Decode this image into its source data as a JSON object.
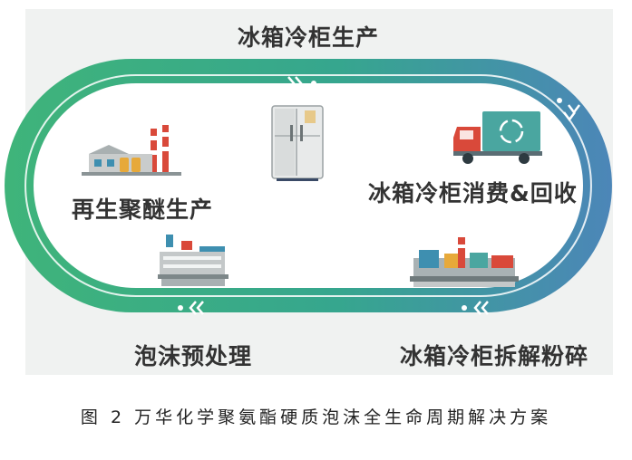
{
  "stages": {
    "top": "冰箱冷柜生产",
    "right": "冰箱冷柜消费&回收",
    "bottom_right": "冰箱冷柜拆解粉碎",
    "bottom_left": "泡沫预处理",
    "left": "再生聚醚生产"
  },
  "caption": "图 2  万华化学聚氨酯硬质泡沫全生命周期解决方案",
  "colors": {
    "loop_green": "#3fb47a",
    "loop_teal": "#2f9db4",
    "loop_blue": "#4c86b8",
    "text": "#333333"
  }
}
